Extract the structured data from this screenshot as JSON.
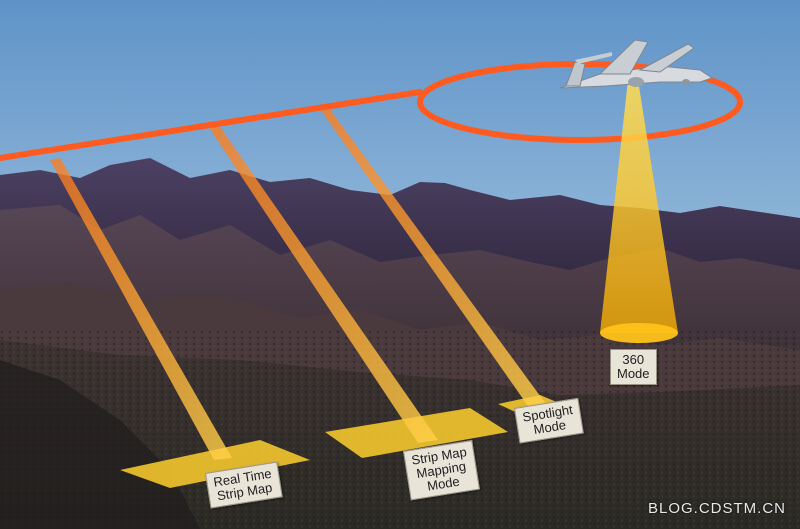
{
  "labels": {
    "real_time_strip_map": [
      "Real Time",
      "Strip Map"
    ],
    "strip_map_mapping_mode": [
      "Strip Map",
      "Mapping",
      "Mode"
    ],
    "spotlight_mode": [
      "Spotlight",
      "Mode"
    ],
    "mode_360": [
      "360",
      "Mode"
    ]
  },
  "watermark": "BLOG.CDSTM.CN",
  "colors": {
    "flight_path": "#ff5a1f",
    "beam": "#ffc21a",
    "sky_top": "#6e9fcd",
    "sky_bottom": "#cfe0ec",
    "mountains": "#3d3150"
  },
  "icons": [
    "uav-aircraft-icon"
  ]
}
